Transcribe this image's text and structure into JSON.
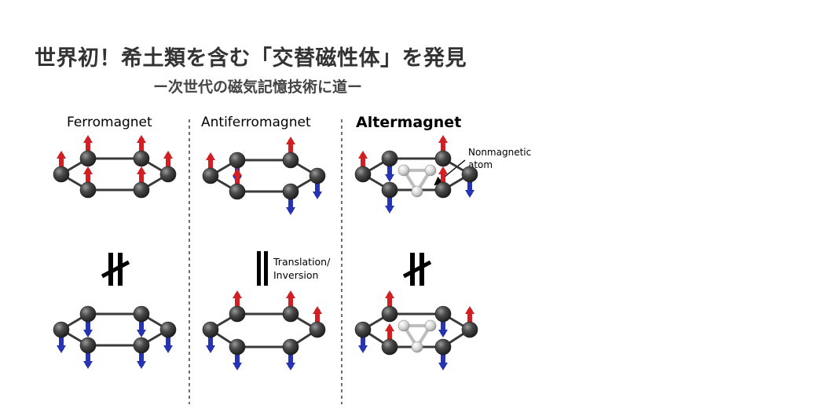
{
  "header": {
    "title": "世界初！希土類を含む「交替磁性体」を発見",
    "subtitle": "ー次世代の磁気記憶技術に道ー"
  },
  "panels": [
    {
      "id": "ferromagnet",
      "label": "Ferromagnet"
    },
    {
      "id": "antiferromagnet",
      "label": "Antiferromagnet"
    },
    {
      "id": "altermagnet",
      "label": "Altermagnet"
    }
  ],
  "annotations": {
    "nonmagnetic": [
      "Nonmagnetic",
      "atom"
    ],
    "symmetry": [
      "Translation/",
      "Inversion"
    ]
  },
  "colors": {
    "spin_up": "#d11f24",
    "spin_down": "#2634b4",
    "atom": "#3a3a3a",
    "nonmagnetic_atom": "#c8c8c8"
  }
}
